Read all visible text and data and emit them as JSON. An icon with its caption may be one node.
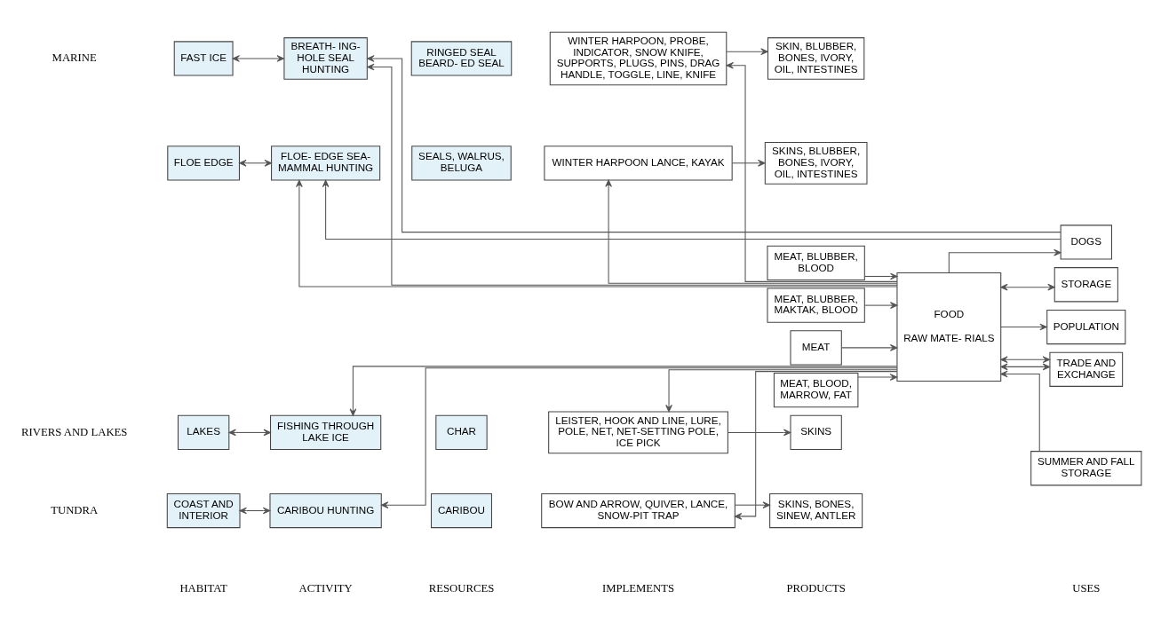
{
  "diagram": {
    "nodes": [
      {
        "text": [
          "FAST ICE"
        ]
      },
      {
        "text": [
          "FLOE EDGE"
        ]
      },
      {
        "text": [
          "LAKES"
        ]
      },
      {
        "text": [
          "COAST AND INTERIOR"
        ]
      },
      {
        "text": [
          "BREATH- ING- HOLE SEAL HUNTING"
        ]
      },
      {
        "text": [
          "RINGED SEAL BEARD- ED SEAL"
        ]
      },
      {
        "text": [
          "WINTER HARPOON, PROBE, INDICATOR, SNOW KNIFE, SUPPORTS, PLUGS, PINS, DRAG HANDLE, TOGGLE, LINE, KNIFE"
        ]
      },
      {
        "text": [
          "FLOE- EDGE SEA- MAMMAL HUNTING"
        ]
      },
      {
        "text": [
          "SEALS, WALRUS, BELUGA"
        ]
      },
      {
        "text": [
          "WINTER HARPOON LANCE, KAYAK"
        ]
      },
      {
        "text": [
          "FISHING THROUGH LAKE ICE"
        ]
      },
      {
        "text": [
          "CHAR"
        ]
      },
      {
        "text": [
          "LEISTER, HOOK AND LINE, LURE, POLE, NET, NET-SETTING POLE, ICE PICK"
        ]
      },
      {
        "text": [
          "CARIBOU HUNTING"
        ]
      },
      {
        "text": [
          "CARIBOU"
        ]
      },
      {
        "text": [
          "BOW AND ARROW, QUIVER, LANCE, SNOW-PIT TRAP"
        ]
      },
      {
        "text": [
          "SKIN, BLUBBER, BONES, IVORY, OIL, INTESTINES"
        ]
      },
      {
        "text": [
          "MEAT, BLUBBER, BLOOD"
        ]
      },
      {
        "text": [
          "SKINS, BLUBBER, BONES, IVORY, OIL, INTESTINES"
        ]
      },
      {
        "text": [
          "MEAT, BLUBBER, MAKTAK, BLOOD"
        ]
      },
      {
        "text": [
          "SKINS"
        ]
      },
      {
        "text": [
          "MEAT"
        ]
      },
      {
        "text": [
          "SKINS, BONES, SINEW, ANTLER"
        ]
      },
      {
        "text": [
          "MEAT, BLOOD, MARROW, FAT"
        ]
      },
      {
        "text": [
          "FOOD",
          "RAW MATE- RIALS"
        ]
      },
      {
        "text": [
          "DOGS"
        ]
      },
      {
        "text": [
          "STORAGE"
        ]
      },
      {
        "text": [
          "POPULATION"
        ]
      },
      {
        "text": [
          "TRADE AND EXCHANGE"
        ]
      },
      {
        "text": [
          "SUMMER AND FALL STORAGE"
        ]
      }
    ],
    "edges": [
      {
        "from": 0,
        "to": 4,
        "arrow": "both"
      },
      {
        "from": 1,
        "to": 7,
        "arrow": "both"
      },
      {
        "from": 2,
        "to": 10,
        "arrow": "both"
      },
      {
        "from": 3,
        "to": 13,
        "arrow": "both"
      },
      {
        "from": 25,
        "to": 4,
        "arrow": "to"
      },
      {
        "from": 25,
        "to": 7,
        "arrow": "to"
      },
      {
        "from": 24,
        "to": 4,
        "arrow": "to"
      },
      {
        "from": 24,
        "to": 7,
        "arrow": "to"
      },
      {
        "from": 24,
        "to": 10,
        "arrow": "to"
      },
      {
        "from": 24,
        "to": 13,
        "arrow": "to"
      },
      {
        "from": 24,
        "to": 6,
        "arrow": "to"
      },
      {
        "from": 24,
        "to": 9,
        "arrow": "to"
      },
      {
        "from": 24,
        "to": 12,
        "arrow": "to"
      },
      {
        "from": 24,
        "to": 15,
        "arrow": "to"
      },
      {
        "from": 6,
        "to": 16,
        "arrow": "to"
      },
      {
        "from": 9,
        "to": 18,
        "arrow": "to"
      },
      {
        "from": 12,
        "to": 20,
        "arrow": "to"
      },
      {
        "from": 15,
        "to": 22,
        "arrow": "to"
      },
      {
        "from": 17,
        "to": 24,
        "arrow": "to"
      },
      {
        "from": 19,
        "to": 24,
        "arrow": "to"
      },
      {
        "from": 21,
        "to": 24,
        "arrow": "to"
      },
      {
        "from": 23,
        "to": 24,
        "arrow": "to"
      },
      {
        "from": 24,
        "to": 25,
        "arrow": "to"
      },
      {
        "from": 24,
        "to": 26,
        "arrow": "both"
      },
      {
        "from": 24,
        "to": 27,
        "arrow": "to"
      },
      {
        "from": 24,
        "to": 28,
        "arrow": "both"
      },
      {
        "from": 24,
        "to": 28,
        "arrow": "both"
      },
      {
        "from": 29,
        "to": 24,
        "arrow": "to"
      }
    ],
    "labels": [
      "HABITAT",
      "ACTIVITY",
      "RESOURCES",
      "IMPLEMENTS",
      "PRODUCTS",
      "USES",
      "MARINE",
      "RIVERS AND LAKES",
      "TUNDRA"
    ]
  }
}
